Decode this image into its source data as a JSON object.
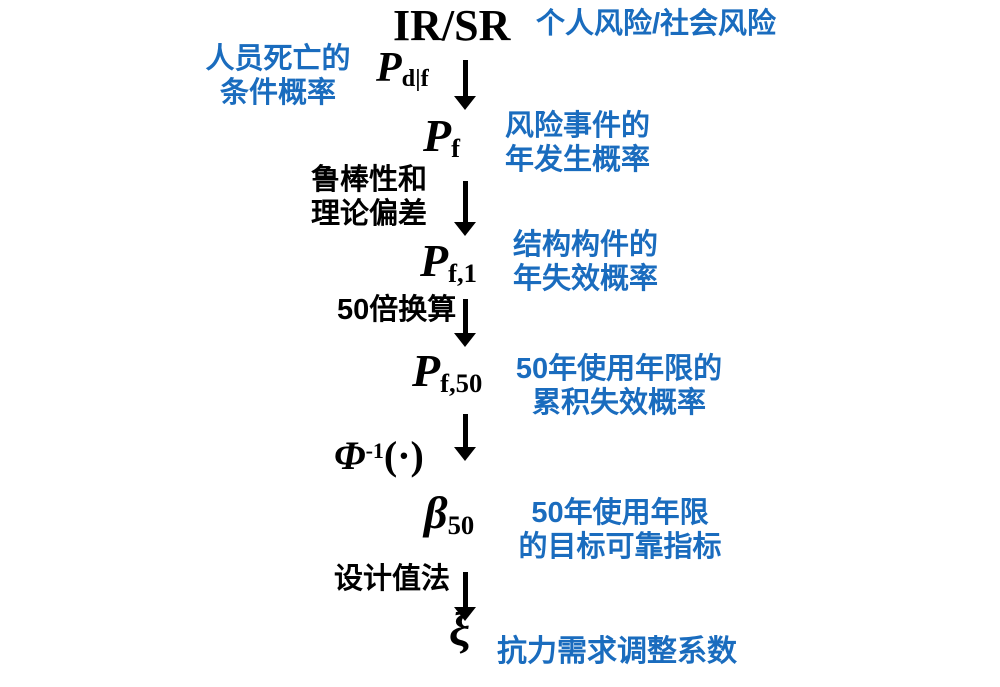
{
  "colors": {
    "annotation": "#1a6cbe",
    "ink": "#000000"
  },
  "top": {
    "node": "IR/SR",
    "annotation": "个人风险/社会风险"
  },
  "edge_pdf": {
    "symbol_base": "P",
    "symbol_sub": "d|f",
    "annotation_line1": "人员死亡的",
    "annotation_line2": "条件概率"
  },
  "node_pf": {
    "symbol_base": "P",
    "symbol_sub": "f",
    "annotation_line1": "风险事件的",
    "annotation_line2": "年发生概率"
  },
  "edge_robust": {
    "label_line1": "鲁棒性和",
    "label_line2": "理论偏差"
  },
  "node_pf1": {
    "symbol_base": "P",
    "symbol_sub": "f,1",
    "annotation_line1": "结构构件的",
    "annotation_line2": "年失效概率"
  },
  "edge_50x": {
    "label": "50倍换算"
  },
  "node_pf50": {
    "symbol_base": "P",
    "symbol_sub": "f,50",
    "annotation_line1": "50年使用年限的",
    "annotation_line2": "累积失效概率"
  },
  "edge_phi": {
    "symbol_base": "Φ",
    "symbol_sup": "-1",
    "symbol_arg": "(·)"
  },
  "node_beta": {
    "symbol_base": "β",
    "symbol_sub": "50",
    "annotation_line1": "50年使用年限",
    "annotation_line2": "的目标可靠指标"
  },
  "edge_design": {
    "label": "设计值法"
  },
  "node_xi": {
    "symbol": "ξ",
    "annotation": "抗力需求调整系数"
  }
}
